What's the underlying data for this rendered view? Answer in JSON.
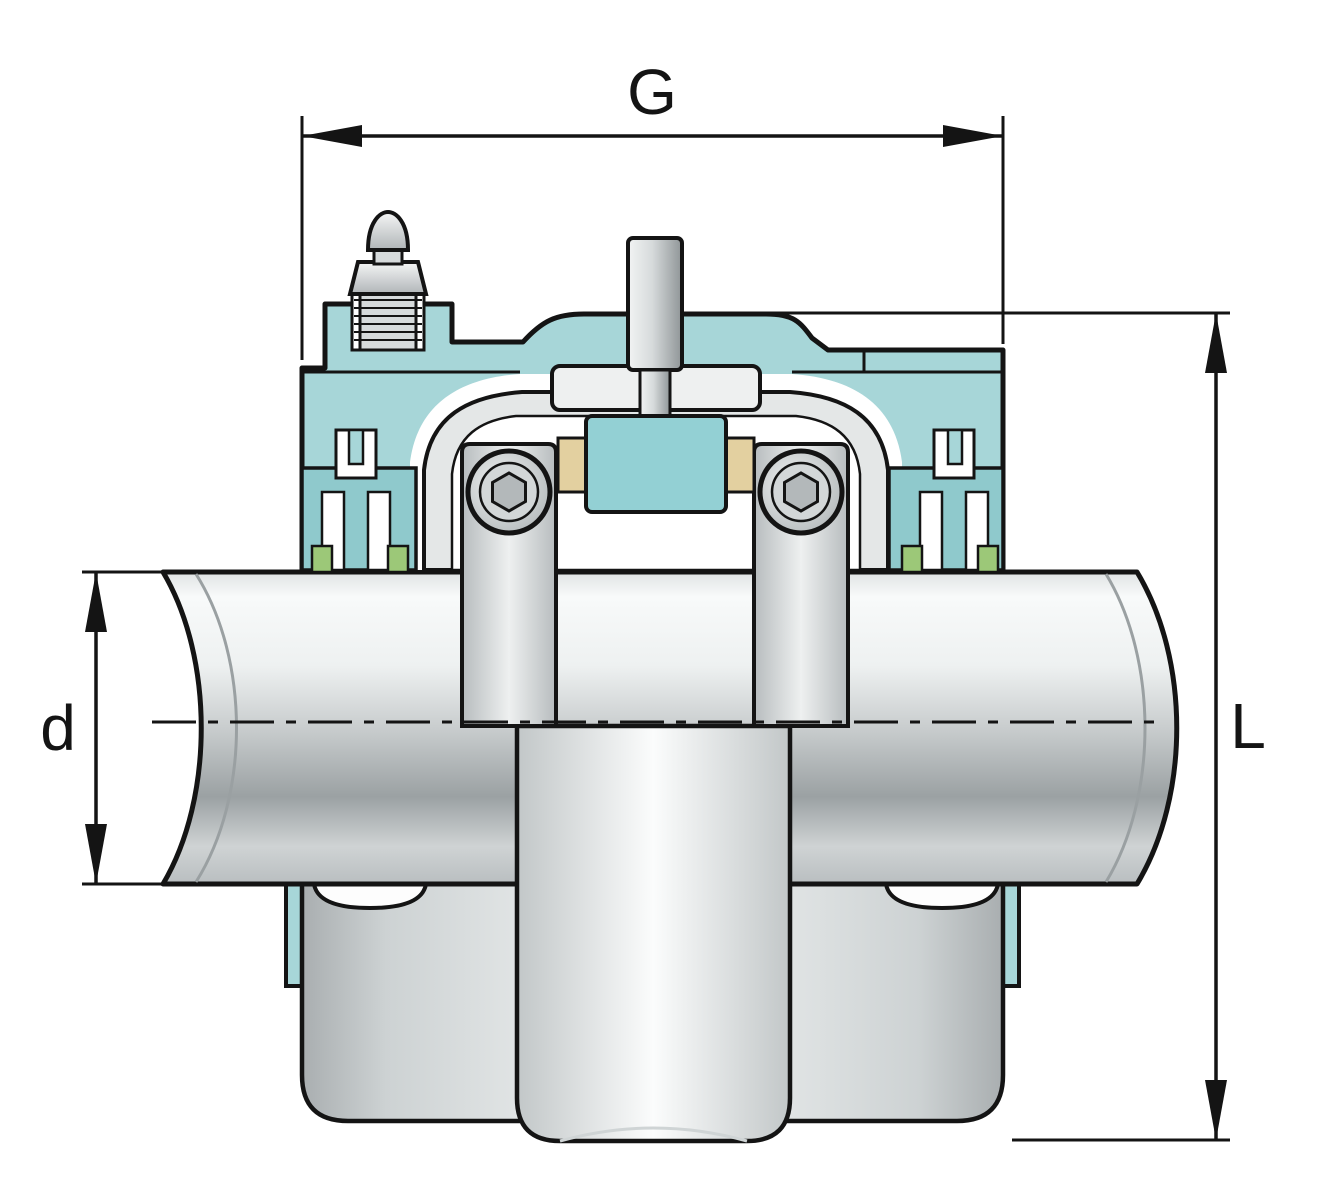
{
  "diagram": {
    "dimensions": {
      "g": {
        "label": "G"
      },
      "d": {
        "label": "d"
      },
      "l": {
        "label": "L"
      }
    },
    "colors": {
      "housing_teal": "#a7d6d8",
      "seal_teal_dark": "#8fc9cc",
      "roller_teal": "#93d0d4",
      "seal_green": "#9cc878",
      "spacer_brass": "#e3d0a0",
      "outline": "#141414"
    }
  }
}
